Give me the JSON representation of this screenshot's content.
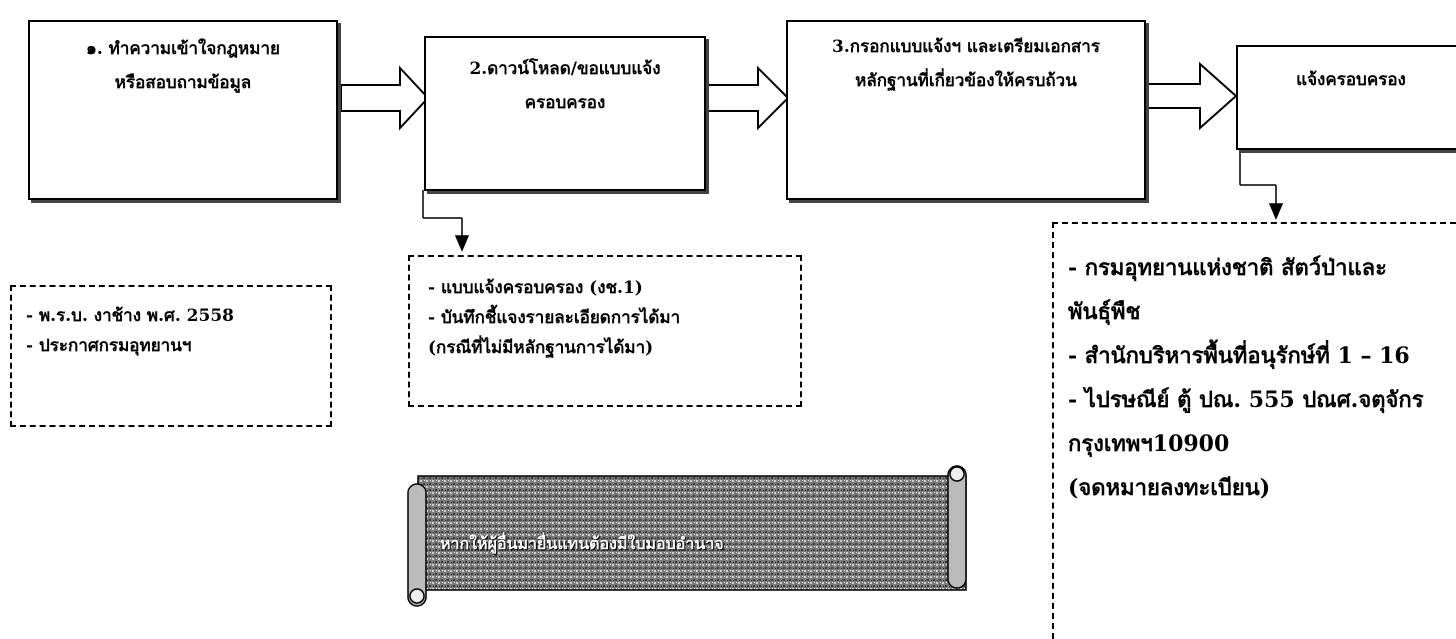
{
  "steps": [
    {
      "line1": "๑. ทำความเข้าใจกฎหมาย",
      "line2": "หรือสอบถามข้อมูล"
    },
    {
      "line1": "2.ดาวน์โหลด/ขอแบบแจ้ง",
      "line2": "ครอบครอง"
    },
    {
      "line1": "3.กรอกแบบแจ้งฯ และเตรียมเอกสาร",
      "line2": "หลักฐานที่เกี่ยวข้องให้ครบถ้วน"
    },
    {
      "line1": "แจ้งครอบครอง",
      "line2": ""
    }
  ],
  "laws": [
    "- พ.ร.บ. งาช้าง พ.ศ. 2558",
    "- ประกาศกรมอุทยานฯ"
  ],
  "forms": [
    "- แบบแจ้งครอบครอง (งช.1)",
    "- บันทึกชี้แจงรายละเอียดการได้มา",
    "(กรณีที่ไม่มีหลักฐานการได้มา)"
  ],
  "destinations": [
    "- กรมอุทยานแห่งชาติ สัตว์ป่าและ",
    "พันธุ์พืช",
    "- สำนักบริหารพื้นที่อนุรักษ์ที่ 1 – 16",
    "- ไปรษณีย์ ตู้ ปณ. 555 ปณศ.จตุจักร",
    "กรุงเทพฯ10900",
    "(จดหมายลงทะเบียน)"
  ],
  "scroll_note": "หากให้ผู้อื่นมายื่นแทนต้องมีใบมอบอำนาจ"
}
